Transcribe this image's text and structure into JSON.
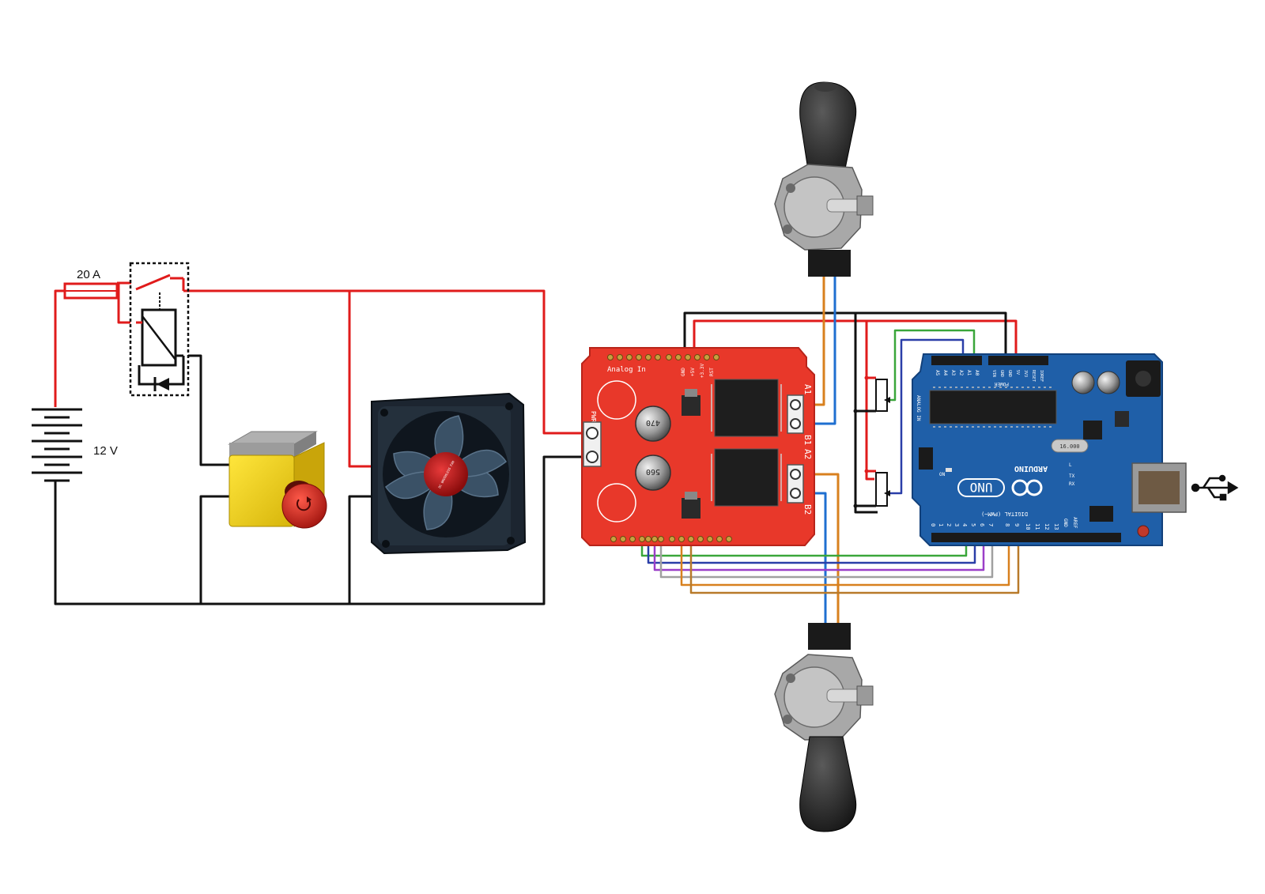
{
  "diagram": {
    "fuse_label": "20 A",
    "battery_label": "12 V"
  },
  "fan": {
    "sticker_text": "DC BRUSHLESS FAN"
  },
  "motor_shield": {
    "header_label": "Analog In",
    "terminal_labels": [
      "A1",
      "B1",
      "A2",
      "B2"
    ],
    "top_pins": [
      "GND",
      "+5V",
      "+3.3V",
      "RST"
    ],
    "pwr_label": "PWR",
    "capacitor_labels": [
      "470",
      "560"
    ]
  },
  "arduino": {
    "logo_text": "UNO",
    "brand_text": "ARDUINO",
    "analog_pin_labels": [
      "A5",
      "A4",
      "A3",
      "A2",
      "A1",
      "A0"
    ],
    "analog_header_label": "ANALOG IN",
    "power_header_label": "POWER",
    "power_pin_labels": [
      "VIN",
      "GND",
      "GND",
      "5V",
      "3V3",
      "RESET",
      "IOREF"
    ],
    "digital_header_label": "DIGITAL (PWM~)",
    "digital_pin_labels": [
      "0",
      "1",
      "2",
      "3",
      "4",
      "5",
      "6",
      "7",
      "8",
      "9",
      "10",
      "11",
      "12",
      "13",
      "GND",
      "AREF"
    ],
    "crystal_text": "16.000",
    "on_led_label": "ON",
    "tx_label": "TX",
    "rx_label": "RX",
    "l_label": "L",
    "usb_symbol_name": "usb-icon"
  },
  "colors": {
    "power_wire": "#e01b1b",
    "ground_wire": "#111111",
    "shield_pcb": "#e8382a",
    "arduino_pcb": "#1f5fa8",
    "wire_orange": "#d8801e",
    "wire_blue": "#1f6fd0",
    "wire_green": "#3aa63a",
    "wire_purple": "#9b3fc8",
    "wire_gray": "#a0a0a0",
    "wire_brown": "#b87a2a",
    "wire_navy": "#2a3ea8"
  }
}
